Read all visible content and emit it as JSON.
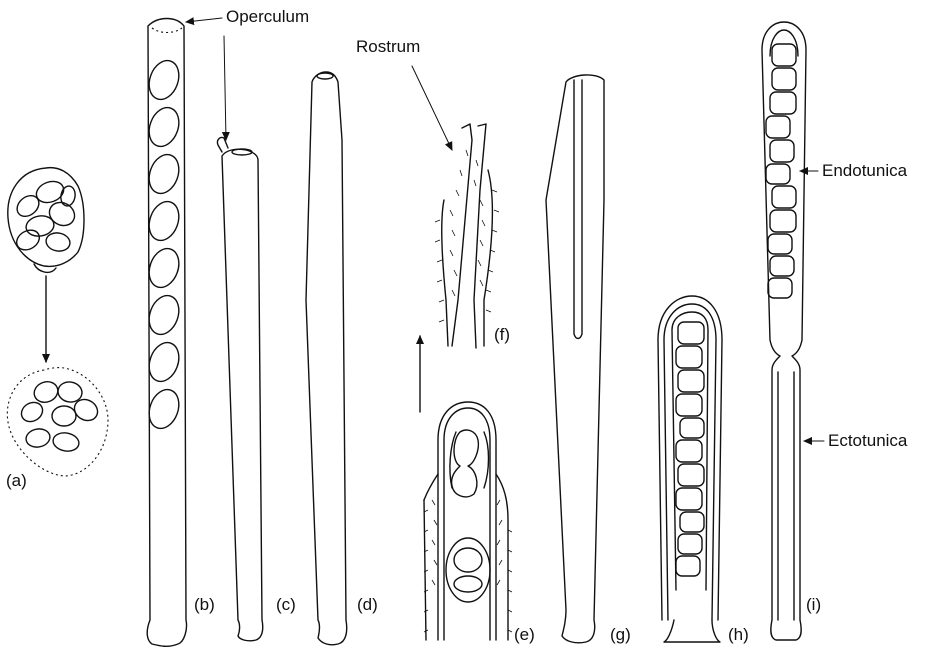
{
  "labels": {
    "operculum": "Operculum",
    "rostrum": "Rostrum",
    "endotunica": "Endotunica",
    "ectotunica": "Ectotunica"
  },
  "panels": {
    "a": "(a)",
    "b": "(b)",
    "c": "(c)",
    "d": "(d)",
    "e": "(e)",
    "f": "(f)",
    "g": "(g)",
    "h": "(h)",
    "i": "(i)"
  },
  "colors": {
    "ink": "#111111",
    "paper": "#ffffff"
  }
}
